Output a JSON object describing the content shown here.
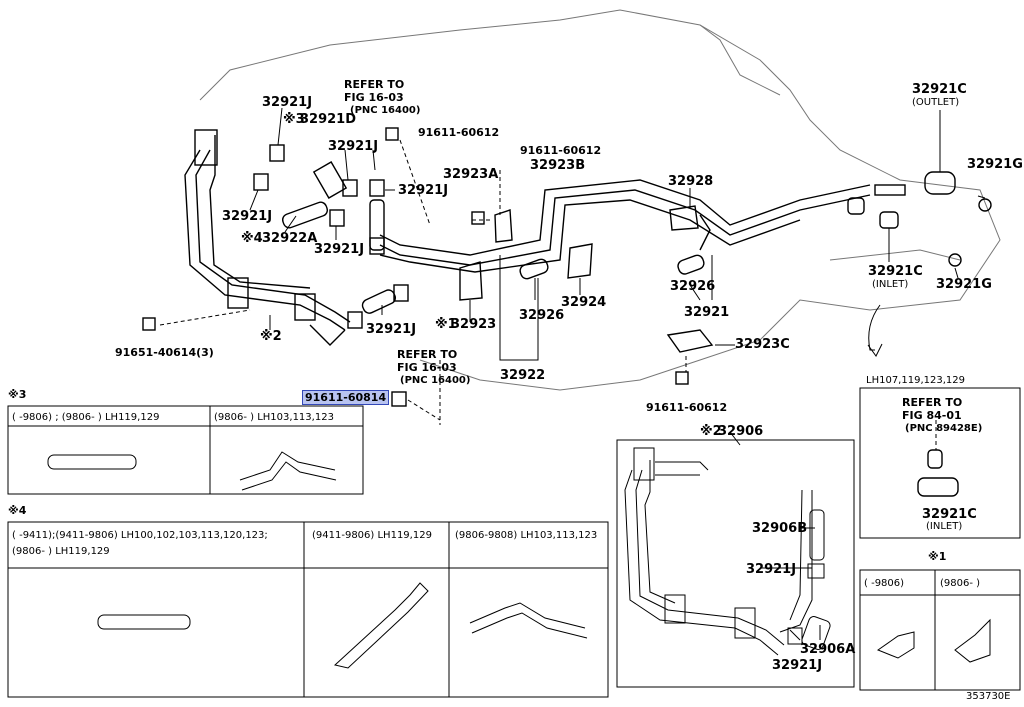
{
  "callouts": {
    "p32921j_a": "32921J",
    "p32921d": "32921D",
    "mark3": "※3",
    "p32921j_b": "32921J",
    "p32921j_c": "32921J",
    "p32921j_d": "32921J",
    "p32922a": "32922A",
    "mark4": "※4",
    "p32921j_e": "32921J",
    "p32921j_f": "32921J",
    "mark2": "※2",
    "p91651": "91651-40614(3)",
    "refer1_a": "REFER TO",
    "refer1_b": "FIG 16-03",
    "refer1_c": "(PNC 16400)",
    "p91611_a": "91611-60612",
    "p91611_b": "91611-60612",
    "p32923a": "32923A",
    "p32923b": "32923B",
    "p32928": "32928",
    "p32921c_outlet": "32921C",
    "outlet": "(OUTLET)",
    "p32921g_a": "32921G",
    "p32921c_inlet": "32921C",
    "inlet": "(INLET)",
    "p32921g_b": "32921G",
    "p32926_a": "32926",
    "p32921": "32921",
    "p32924": "32924",
    "p32926_b": "32926",
    "p32923": "32923",
    "mark1a": "※1",
    "p32922": "32922",
    "refer2_a": "REFER TO",
    "refer2_b": "FIG 16-03",
    "refer2_c": "(PNC 16400)",
    "p32923c": "32923C",
    "p91611_c": "91611-60612",
    "p91611_hl": "91611-60814",
    "p32906": "32906",
    "mark2b": "※2",
    "p32906b": "32906B",
    "p32921j_g": "32921J",
    "p32906a": "32906A",
    "p32921j_h": "32921J",
    "fig": "353730E"
  },
  "inset3": {
    "mark": "※3",
    "col1": "(      -9806) ; (9806-       ) LH119,129",
    "col2": "(9806-       ) LH103,113,123"
  },
  "inset4": {
    "mark": "※4",
    "col1a": "(       -9411);(9411-9806) LH100,102,103,113,120,123;",
    "col1b": "(9806-       ) LH119,129",
    "col2": "(9411-9806) LH119,129",
    "col3": "(9806-9808) LH103,113,123"
  },
  "insetLH": {
    "title": "LH107,119,123,129",
    "refer_a": "REFER TO",
    "refer_b": "FIG 84-01",
    "refer_c": "(PNC 89428E)",
    "part": "32921C",
    "inlet": "(INLET)"
  },
  "inset1": {
    "mark": "※1",
    "col1": "(        -9806)",
    "col2": "(9806-         )"
  }
}
